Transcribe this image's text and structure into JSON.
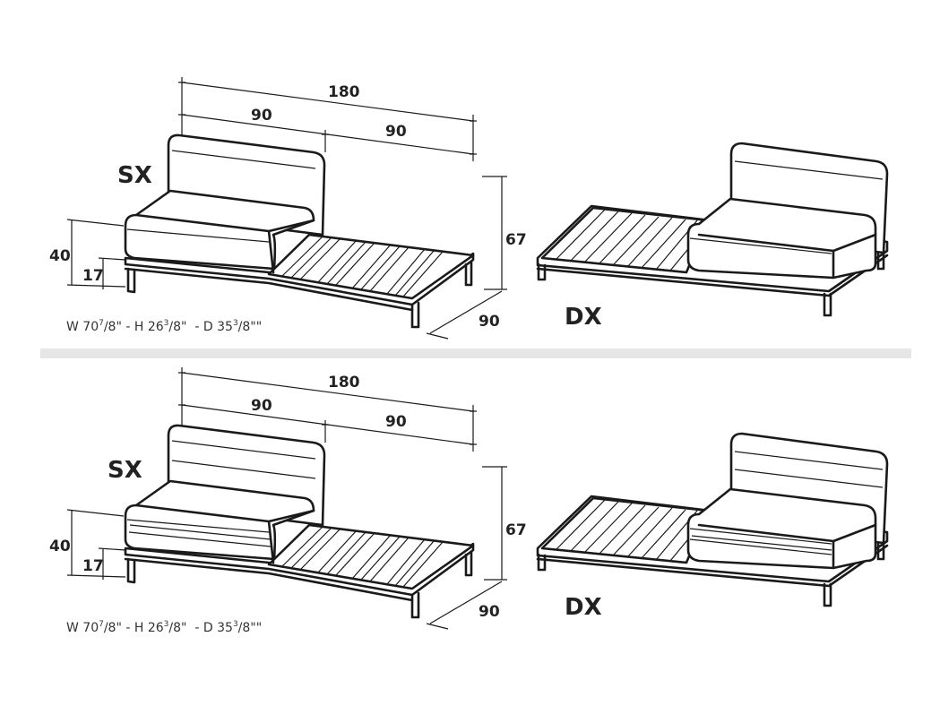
{
  "panels": [
    {
      "name": "fabric-version",
      "dimensions": {
        "total_width": "180",
        "left_module": "90",
        "right_module": "90",
        "height": "67",
        "depth": "90",
        "seat_height": "40",
        "frame_height": "17"
      },
      "left_label": "SX",
      "right_label": "DX",
      "imperial": {
        "w": "W 70",
        "w_frac_num": "7",
        "w_frac_den": "/8\"",
        "h": " - H 26",
        "h_frac_num": "3",
        "h_frac_den": "/8\"",
        "d": "  - D 35",
        "d_frac_num": "3",
        "d_frac_den": "/8\"\""
      }
    },
    {
      "name": "quilted-version",
      "dimensions": {
        "total_width": "180",
        "left_module": "90",
        "right_module": "90",
        "height": "67",
        "depth": "90",
        "seat_height": "40",
        "frame_height": "17"
      },
      "left_label": "SX",
      "right_label": "DX",
      "imperial": {
        "w": "W 70",
        "w_frac_num": "7",
        "w_frac_den": "/8\"",
        "h": " - H 26",
        "h_frac_num": "3",
        "h_frac_den": "/8\"",
        "d": "  - D 35",
        "d_frac_num": "3",
        "d_frac_den": "/8\"\""
      }
    }
  ],
  "colors": {
    "separator": "#e6e6e6",
    "line": "#1a1a1a"
  }
}
